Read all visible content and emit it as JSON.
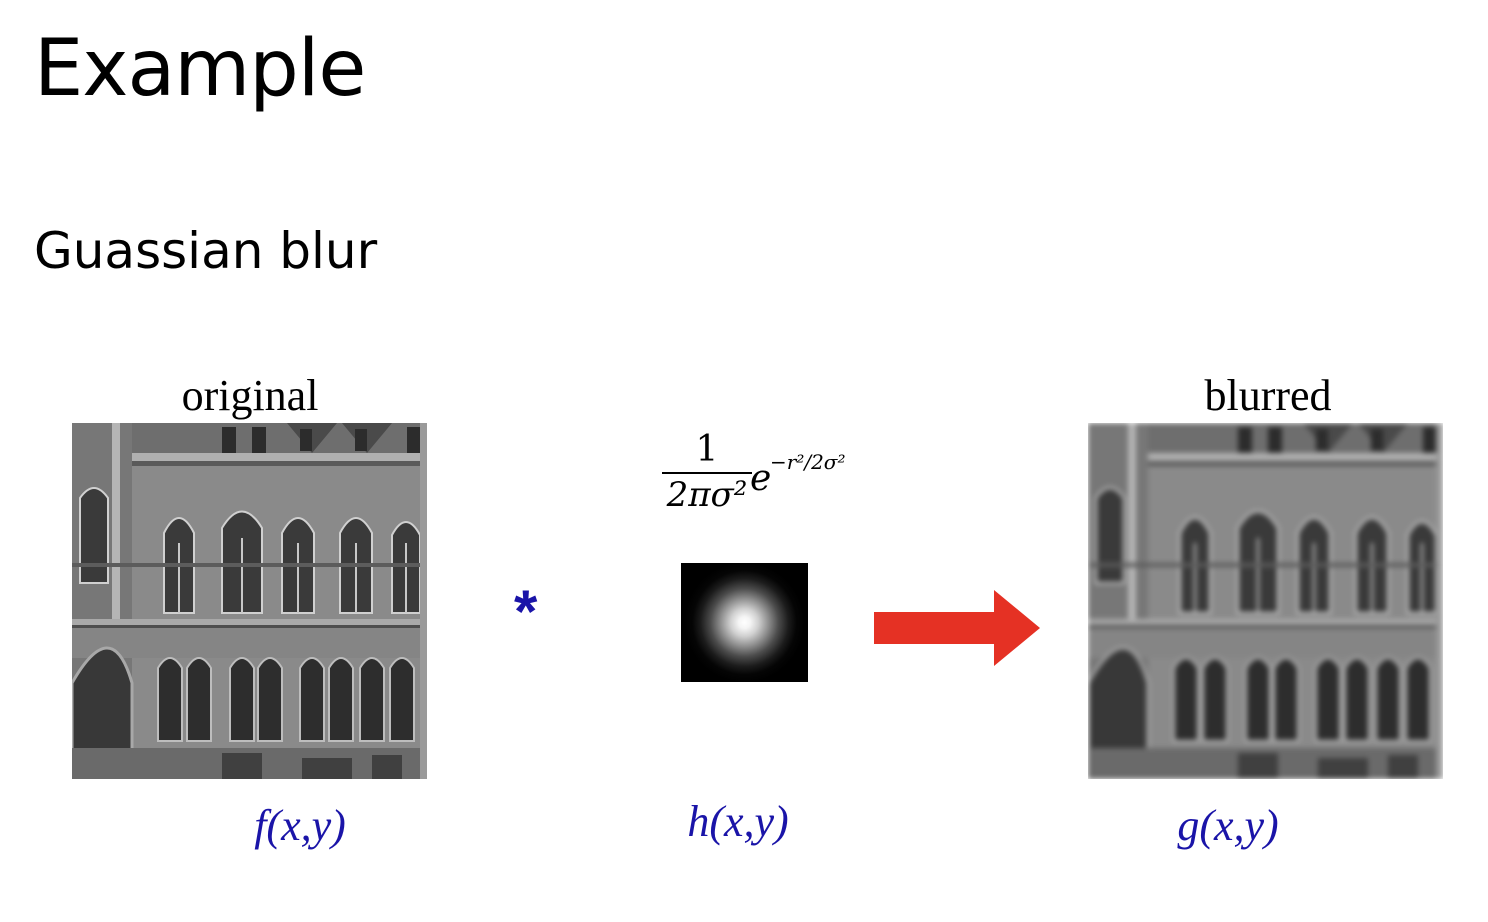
{
  "slide": {
    "title": "Example",
    "subtitle": "Guassian blur"
  },
  "panels": {
    "original": {
      "caption": "original",
      "label": "f(x,y)"
    },
    "kernel": {
      "formula_numerator": "1",
      "formula_denominator": "2πσ²",
      "formula_base": "e",
      "formula_exponent": "−r²/2σ²",
      "label": "h(x,y)"
    },
    "blurred": {
      "caption": "blurred",
      "label": "g(x,y)"
    }
  },
  "operator_symbol": "*",
  "colors": {
    "label_blue": "#1a14a8",
    "arrow_red": "#e53124"
  },
  "icons": [
    "asterisk-operator",
    "right-arrow-icon"
  ]
}
